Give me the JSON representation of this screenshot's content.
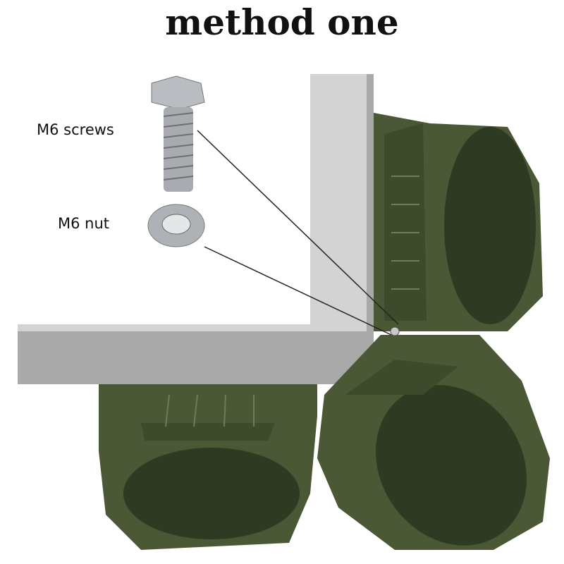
{
  "title": "method one",
  "labels": {
    "screw": "M6 screws",
    "nut": "M6 nut"
  },
  "colors": {
    "board_top": "#d0d0d0",
    "board_edge": "#a9a9a9",
    "planter": "#4a5836",
    "planter_dark": "#2f3a22",
    "metal": "#b9bcc0"
  }
}
